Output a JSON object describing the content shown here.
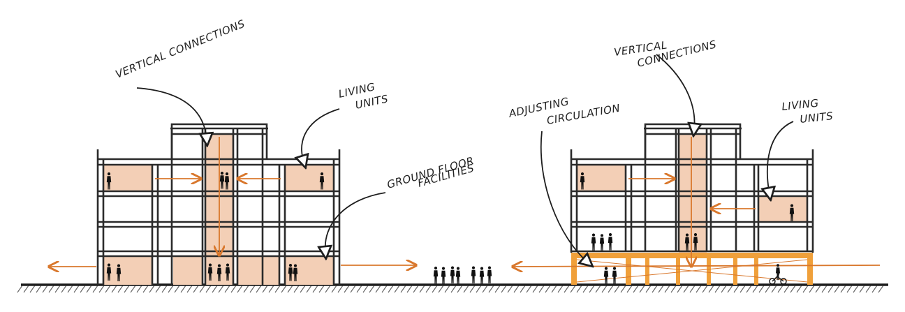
{
  "colors": {
    "unit_fill": "#f3cfb6",
    "circulation_fill": "#f3cfb6",
    "structure_fill": "#f0a03a",
    "arrow": "#d9782d",
    "ink": "#1e1e1e"
  },
  "left_section": {
    "labels": {
      "vertical": "VERTICAL CONNECTIONS",
      "living_1": "LIVING",
      "living_2": "UNITS",
      "ground_1": "GROUND FLOOR",
      "ground_2": "FACILITIES"
    }
  },
  "right_section": {
    "labels": {
      "vertical_1": "VERTICAL",
      "vertical_2": "CONNECTIONS",
      "adjusting_1": "ADJUSTING",
      "adjusting_2": "CIRCULATION",
      "living_1": "LIVING",
      "living_2": "UNITS"
    }
  }
}
